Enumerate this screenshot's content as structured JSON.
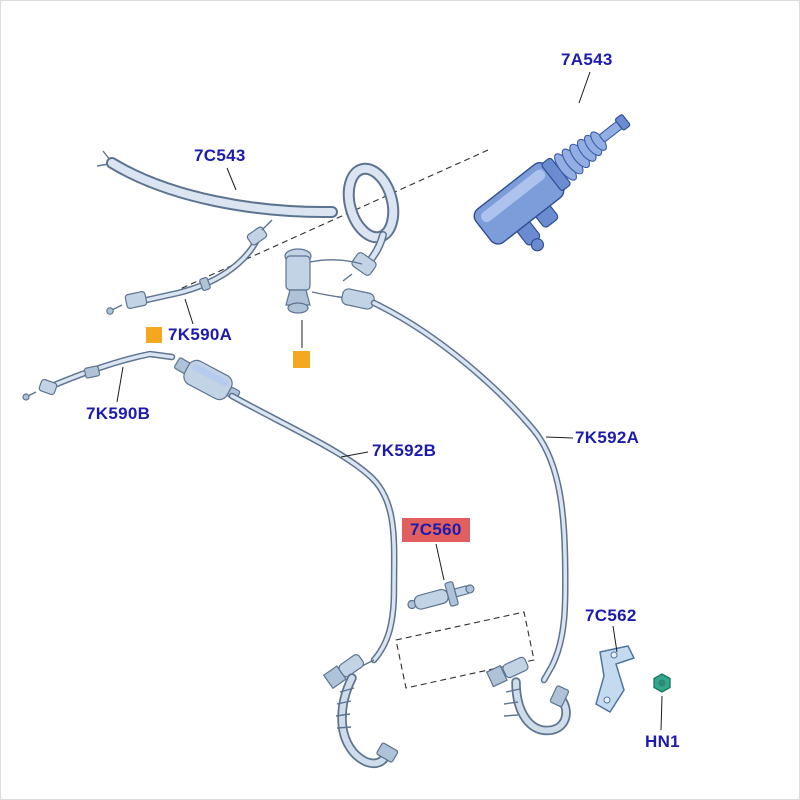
{
  "palette": {
    "label": "#1b1bad",
    "highlight": "#e25f5f",
    "marker": "#f4a71f"
  },
  "diagram": {
    "labels": [
      {
        "id": "7A543",
        "text": "7A543",
        "highlighted": false
      },
      {
        "id": "7C543",
        "text": "7C543",
        "highlighted": false
      },
      {
        "id": "7K590A",
        "text": "7K590A",
        "highlighted": false
      },
      {
        "id": "7K590B",
        "text": "7K590B",
        "highlighted": false
      },
      {
        "id": "7K592B",
        "text": "7K592B",
        "highlighted": false
      },
      {
        "id": "7K592A",
        "text": "7K592A",
        "highlighted": false
      },
      {
        "id": "7C560",
        "text": "7C560",
        "highlighted": true
      },
      {
        "id": "7C562",
        "text": "7C562",
        "highlighted": false
      },
      {
        "id": "HN1",
        "text": "HN1",
        "highlighted": false
      }
    ],
    "markers": [
      {
        "type": "orange-square"
      },
      {
        "type": "orange-square"
      }
    ]
  }
}
